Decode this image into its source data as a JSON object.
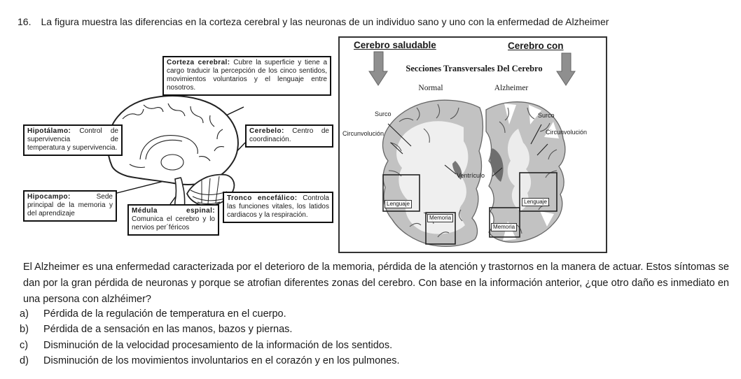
{
  "question": {
    "number": "16.",
    "text": "La figura muestra las diferencias en la corteza cerebral y las neuronas de un individuo sano y uno con la enfermedad de Alzheimer"
  },
  "diagram_left": {
    "labels": {
      "corteza": {
        "title": "Corteza cerebral:",
        "text": " Cubre la superficie y tiene a cargo traducir la percepción de los cinco sentidos, movimientos voluntarios y el lenguaje entre nosotros."
      },
      "hipotalamo": {
        "title": "Hipotálamo:",
        "text": " Control de supervivencia de temperatura y supervivencia."
      },
      "hipocampo": {
        "title": "Hipocampo:",
        "text": " Sede principal de la memoria y del aprendizaje"
      },
      "medula": {
        "title": "Médula espinal:",
        "text": " Comunica el cerebro y lo nervios per´féricos"
      },
      "cerebelo": {
        "title": "Cerebelo:",
        "text": " Centro de coordinación."
      },
      "tronco": {
        "title": "Tronco encefálico:",
        "text": " Controla las funciones vitales, los latidos cardiacos y la respiración."
      }
    }
  },
  "diagram_right": {
    "header_left": "Cerebro saludable",
    "header_right": "Cerebro con",
    "subtitle": "Secciones Transversales Del Cerebro",
    "col_left": "Normal",
    "col_right": "Alzheimer",
    "labels": {
      "surco_left": "Surco",
      "circunvolucion_left": "Circunvolución",
      "surco_right": "Surco",
      "circunvolucion_right": "Circunvolución",
      "ventriculo": "Ventrículo",
      "lenguaje_left": "Lenguaje",
      "lenguaje_right": "Lenguaje",
      "memoria_left": "Memoria",
      "memoria_right": "Memoria"
    },
    "colors": {
      "tissue_gray": "#c2c2c2",
      "arrow_gray": "#8f8f8f"
    }
  },
  "paragraph": "El Alzheimer es una enfermedad caracterizada por el deterioro de la memoria, pérdida de la atención y trastornos en la manera de actuar. Estos síntomas se dan por la gran pérdida de neuronas y porque se atrofian diferentes zonas del cerebro. Con base en la información anterior, ¿que otro daño es inmediato en una persona con alzhéimer?",
  "options": [
    {
      "letter": "a)",
      "text": "Pérdida de la regulación de temperatura en el cuerpo."
    },
    {
      "letter": "b)",
      "text": "Pérdida de a sensación en las manos, bazos y piernas."
    },
    {
      "letter": "c)",
      "text": "Disminución de la velocidad procesamiento de la información de los sentidos."
    },
    {
      "letter": "d)",
      "text": "Disminución de los movimientos involuntarios en el corazón y en los pulmones."
    }
  ]
}
